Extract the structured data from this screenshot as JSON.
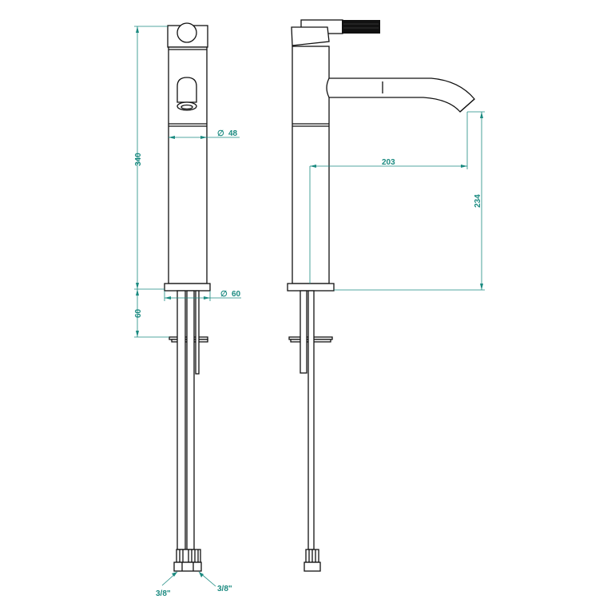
{
  "drawing": {
    "front_view": {
      "height_total": "340",
      "body_diameter": "48",
      "base_diameter": "60",
      "below_deck": "60",
      "connection_left": "3/8\"",
      "connection_right": "3/8\""
    },
    "side_view": {
      "spout_reach": "203",
      "spout_height": "234"
    },
    "diameter_symbol": "∅",
    "dimension_color": "#1a8a80"
  }
}
